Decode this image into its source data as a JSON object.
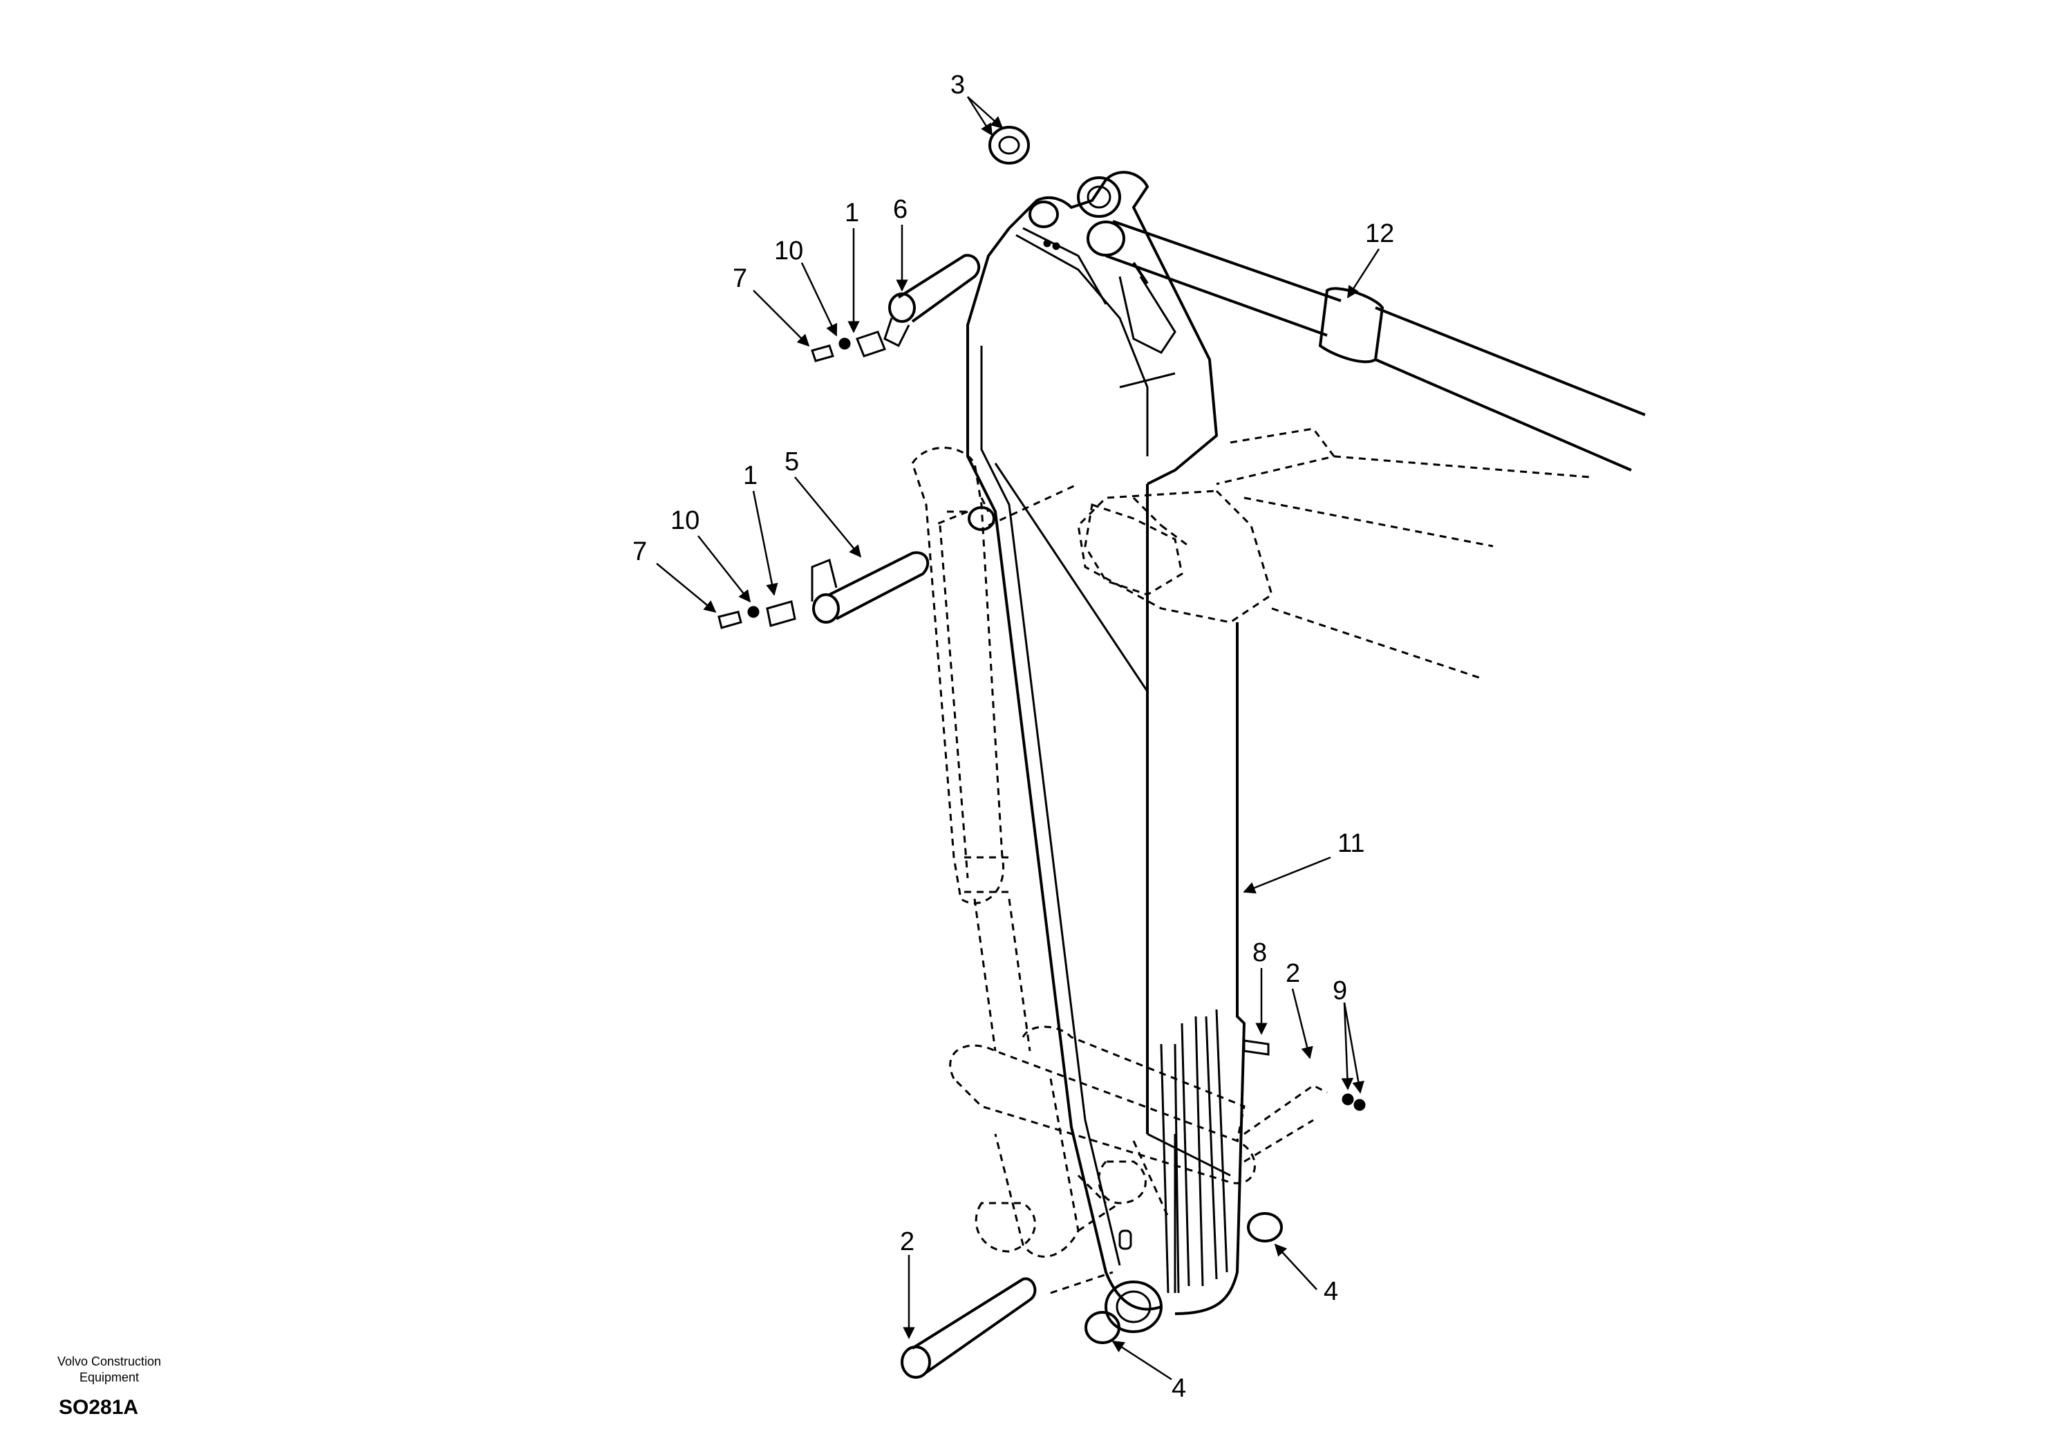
{
  "diagram": {
    "callouts": [
      "3",
      "12",
      "6",
      "1",
      "10",
      "7",
      "5",
      "1",
      "10",
      "7",
      "11",
      "8",
      "2",
      "9",
      "2",
      "4",
      "4"
    ],
    "publisher_line1": "Volvo Construction",
    "publisher_line2": "Equipment",
    "figure_code": "SO281A"
  }
}
